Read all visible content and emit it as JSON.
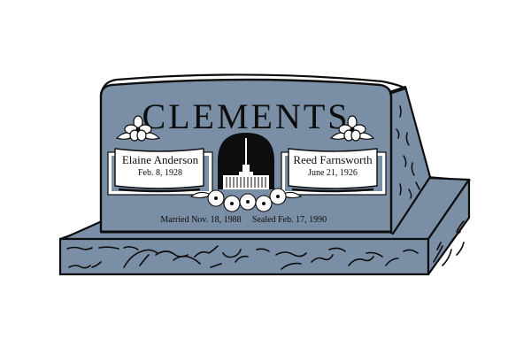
{
  "headstone": {
    "family_name": "CLEMENTS",
    "left_person": {
      "name": "Elaine Anderson",
      "date": "Feb. 8, 1928"
    },
    "right_person": {
      "name": "Reed Farnsworth",
      "date": "June 21, 1926"
    },
    "married_text": "Married Nov. 18, 1988",
    "sealed_text": "Sealed Feb. 17, 1990",
    "emblem": "temple",
    "decorations": [
      "dogwood-flower-left",
      "dogwood-flower-right",
      "flower-garland"
    ]
  },
  "colors": {
    "stone": "#7a8ea5",
    "stone_dark": "#6c8097",
    "outline": "#0d0d0d",
    "panel": "#ffffff"
  }
}
